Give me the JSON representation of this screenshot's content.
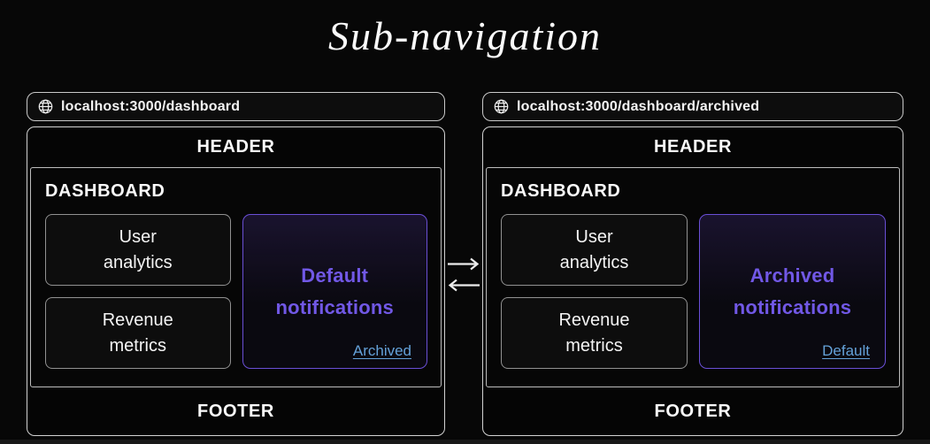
{
  "title": "Sub-navigation",
  "colors": {
    "accent_purple_text": "#7158e6",
    "accent_purple_border": "#6a4fd6",
    "link_blue": "#64a1d8",
    "frame_border": "#d2d2d2",
    "card_border": "#919191",
    "background": "#070707",
    "text_white": "#fafafa"
  },
  "arrows": {
    "right": "right-arrow",
    "left": "left-arrow"
  },
  "pages": [
    {
      "url": "localhost:3000/dashboard",
      "header_label": "HEADER",
      "dashboard_label": "DASHBOARD",
      "cards": [
        {
          "lines": [
            "User",
            "analytics"
          ]
        },
        {
          "lines": [
            "Revenue",
            "metrics"
          ]
        }
      ],
      "notifications_panel": {
        "lines": [
          "Default",
          "notifications"
        ],
        "link_label": "Archived"
      },
      "footer_label": "FOOTER"
    },
    {
      "url": "localhost:3000/dashboard/archived",
      "header_label": "HEADER",
      "dashboard_label": "DASHBOARD",
      "cards": [
        {
          "lines": [
            "User",
            "analytics"
          ]
        },
        {
          "lines": [
            "Revenue",
            "metrics"
          ]
        }
      ],
      "notifications_panel": {
        "lines": [
          "Archived",
          "notifications"
        ],
        "link_label": "Default"
      },
      "footer_label": "FOOTER"
    }
  ]
}
